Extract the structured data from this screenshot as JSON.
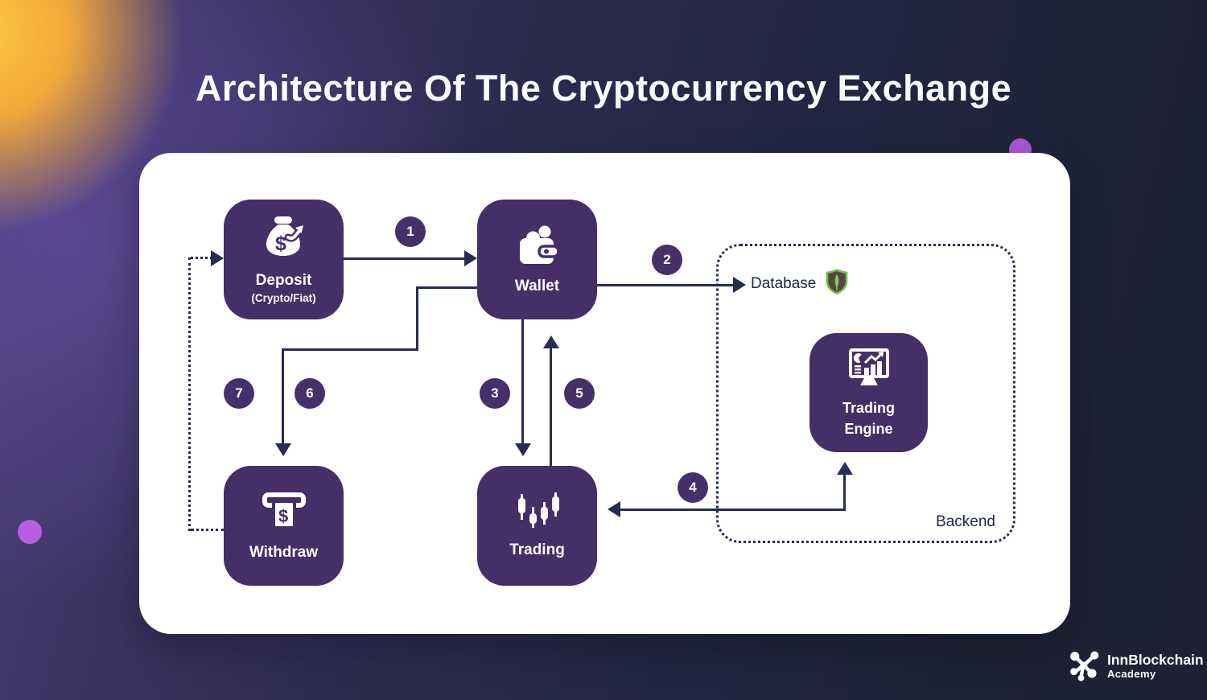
{
  "title": "Architecture Of The Cryptocurrency Exchange",
  "colors": {
    "node_purple": "#452F66",
    "line_navy": "#272C52",
    "card_white": "#FFFFFF",
    "glow_orange": "#F2A83A",
    "accent_dot_purple": "#AC5BD9",
    "mongo_green": "#6CBF4F"
  },
  "nodes": {
    "deposit": {
      "label": "Deposit",
      "sublabel": "(Crypto/Fiat)"
    },
    "wallet": {
      "label": "Wallet"
    },
    "withdraw": {
      "label": "Withdraw"
    },
    "trading": {
      "label": "Trading"
    },
    "trading_engine": {
      "line1": "Trading",
      "line2": "Engine"
    }
  },
  "labels": {
    "database": "Database",
    "backend": "Backend"
  },
  "steps": [
    "1",
    "2",
    "3",
    "4",
    "5",
    "6",
    "7"
  ],
  "footer": {
    "brand": "InnBlockchain",
    "subbrand": "Academy"
  }
}
